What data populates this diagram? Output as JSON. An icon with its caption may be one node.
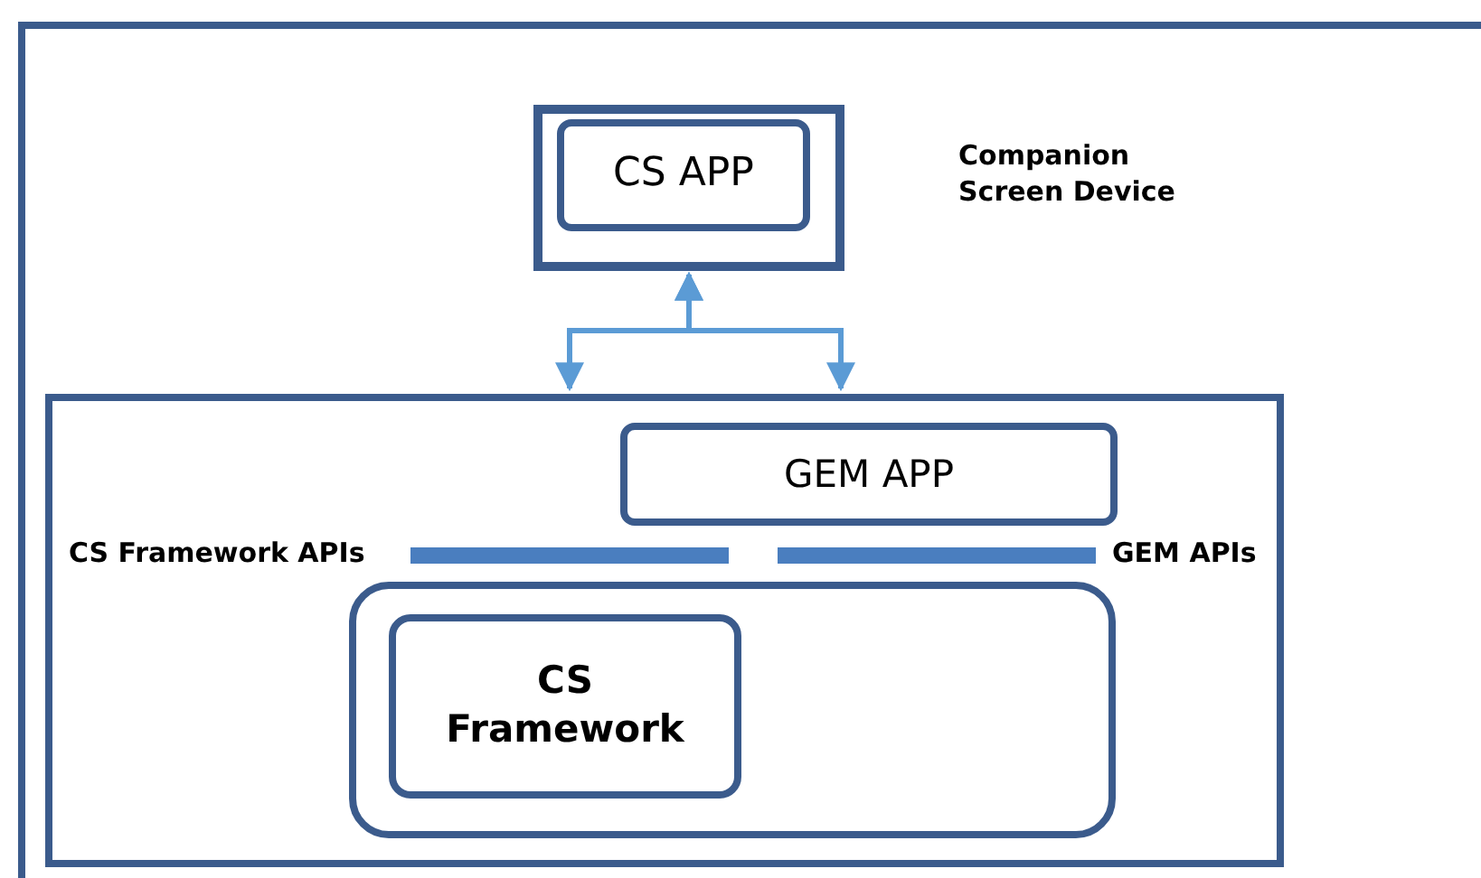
{
  "diagram": {
    "nodes": [
      {
        "text": [],
        "shape": "box"
      },
      {
        "text": [
          "Companion Screen Device"
        ],
        "in": 0
      },
      {
        "text": [
          "CS APP"
        ],
        "in": 1
      },
      {
        "text": [],
        "shape": "box",
        "in": 0
      },
      {
        "text": [
          "GEM APP"
        ],
        "in": 3
      },
      {
        "text": [],
        "shape": "box",
        "in": 3
      },
      {
        "text": [
          "CS Framework"
        ],
        "in": 5
      }
    ],
    "edges": [
      {
        "from": 1,
        "to": 3,
        "arrow": "both"
      },
      {
        "from": 1,
        "to": 3,
        "arrow": "both"
      }
    ],
    "labels": [
      "CS Framework APIs",
      "GEM APIs"
    ]
  }
}
